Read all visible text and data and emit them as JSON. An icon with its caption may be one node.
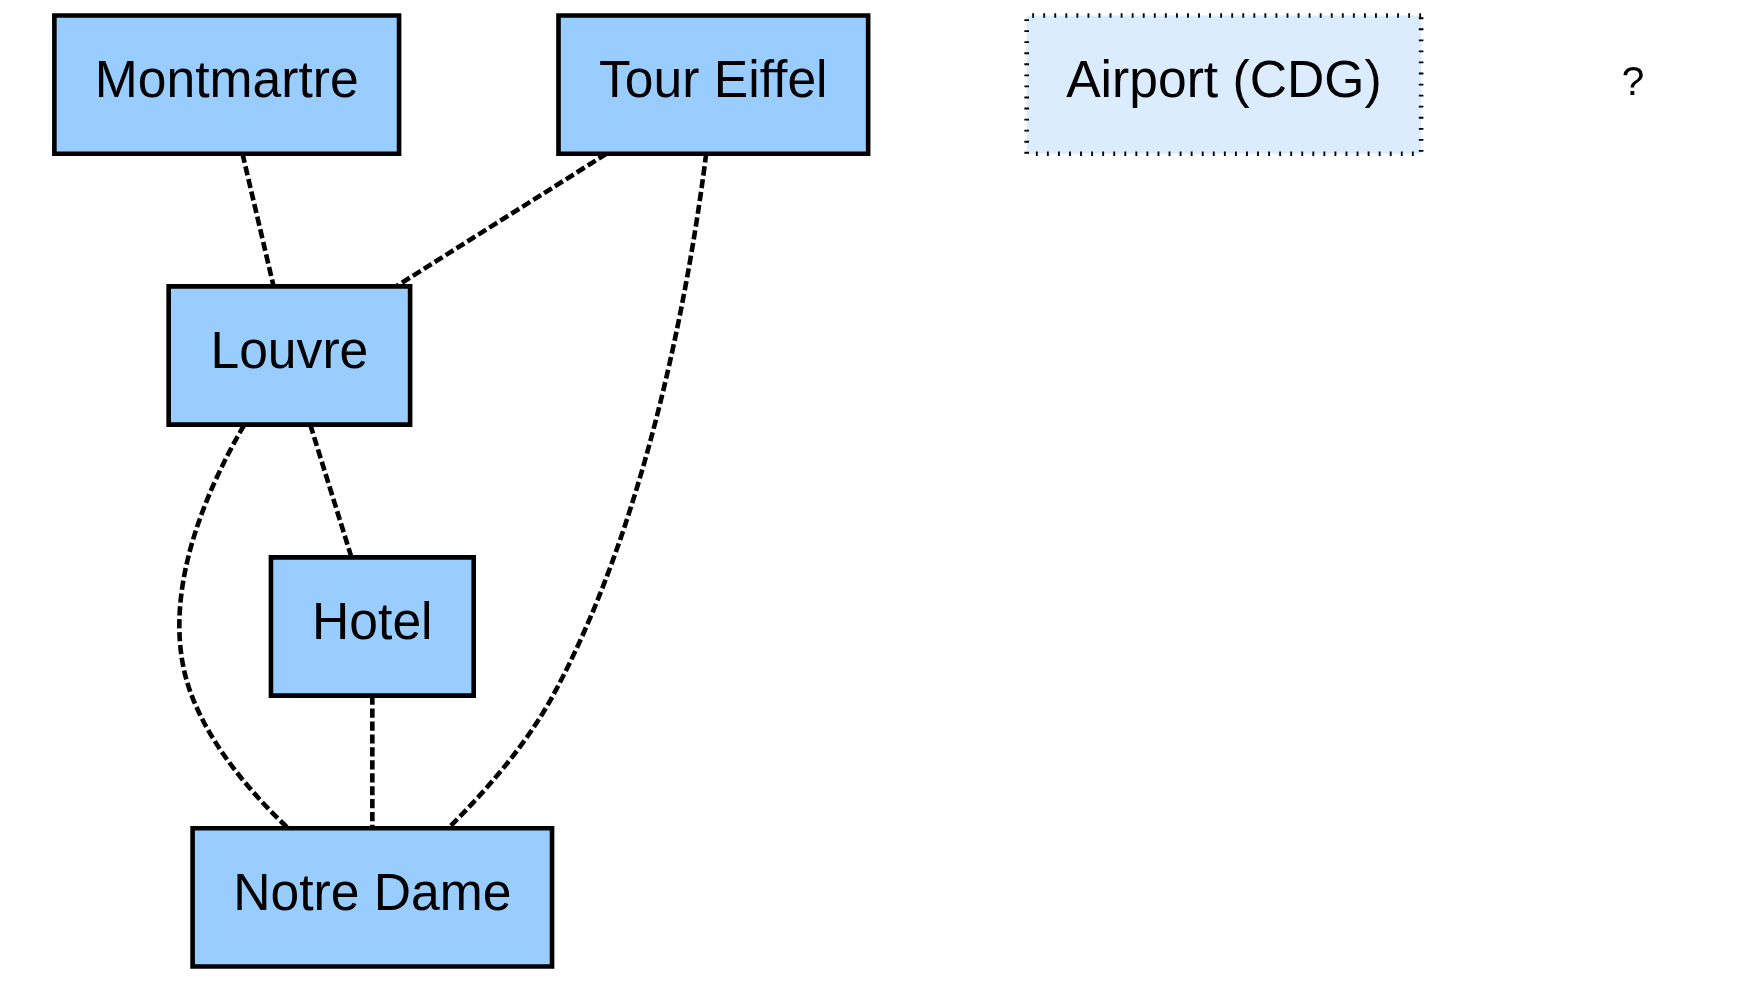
{
  "diagram": {
    "nodes": [
      {
        "text": [
          "Montmartre"
        ]
      },
      {
        "text": [
          "Airport (CDG)"
        ]
      },
      {
        "text": [
          "Louvre"
        ]
      },
      {
        "text": [
          "Notre Dame"
        ]
      },
      {
        "text": [
          "Tour Eiffel"
        ]
      },
      {
        "text": [
          "Hotel"
        ]
      }
    ],
    "edges": [
      {
        "from": 0,
        "to": 2,
        "arrow": "none",
        "style": "dashed"
      },
      {
        "from": 2,
        "to": 3,
        "arrow": "none",
        "style": "dashed"
      },
      {
        "from": 4,
        "to": 2,
        "arrow": "none",
        "style": "dashed"
      },
      {
        "from": 4,
        "to": 3,
        "arrow": "none",
        "style": "dashed"
      },
      {
        "from": 2,
        "to": 5,
        "arrow": "none",
        "style": "dashed"
      },
      {
        "from": 5,
        "to": 3,
        "arrow": "none",
        "style": "dashed"
      }
    ],
    "labels": [
      "?"
    ]
  }
}
